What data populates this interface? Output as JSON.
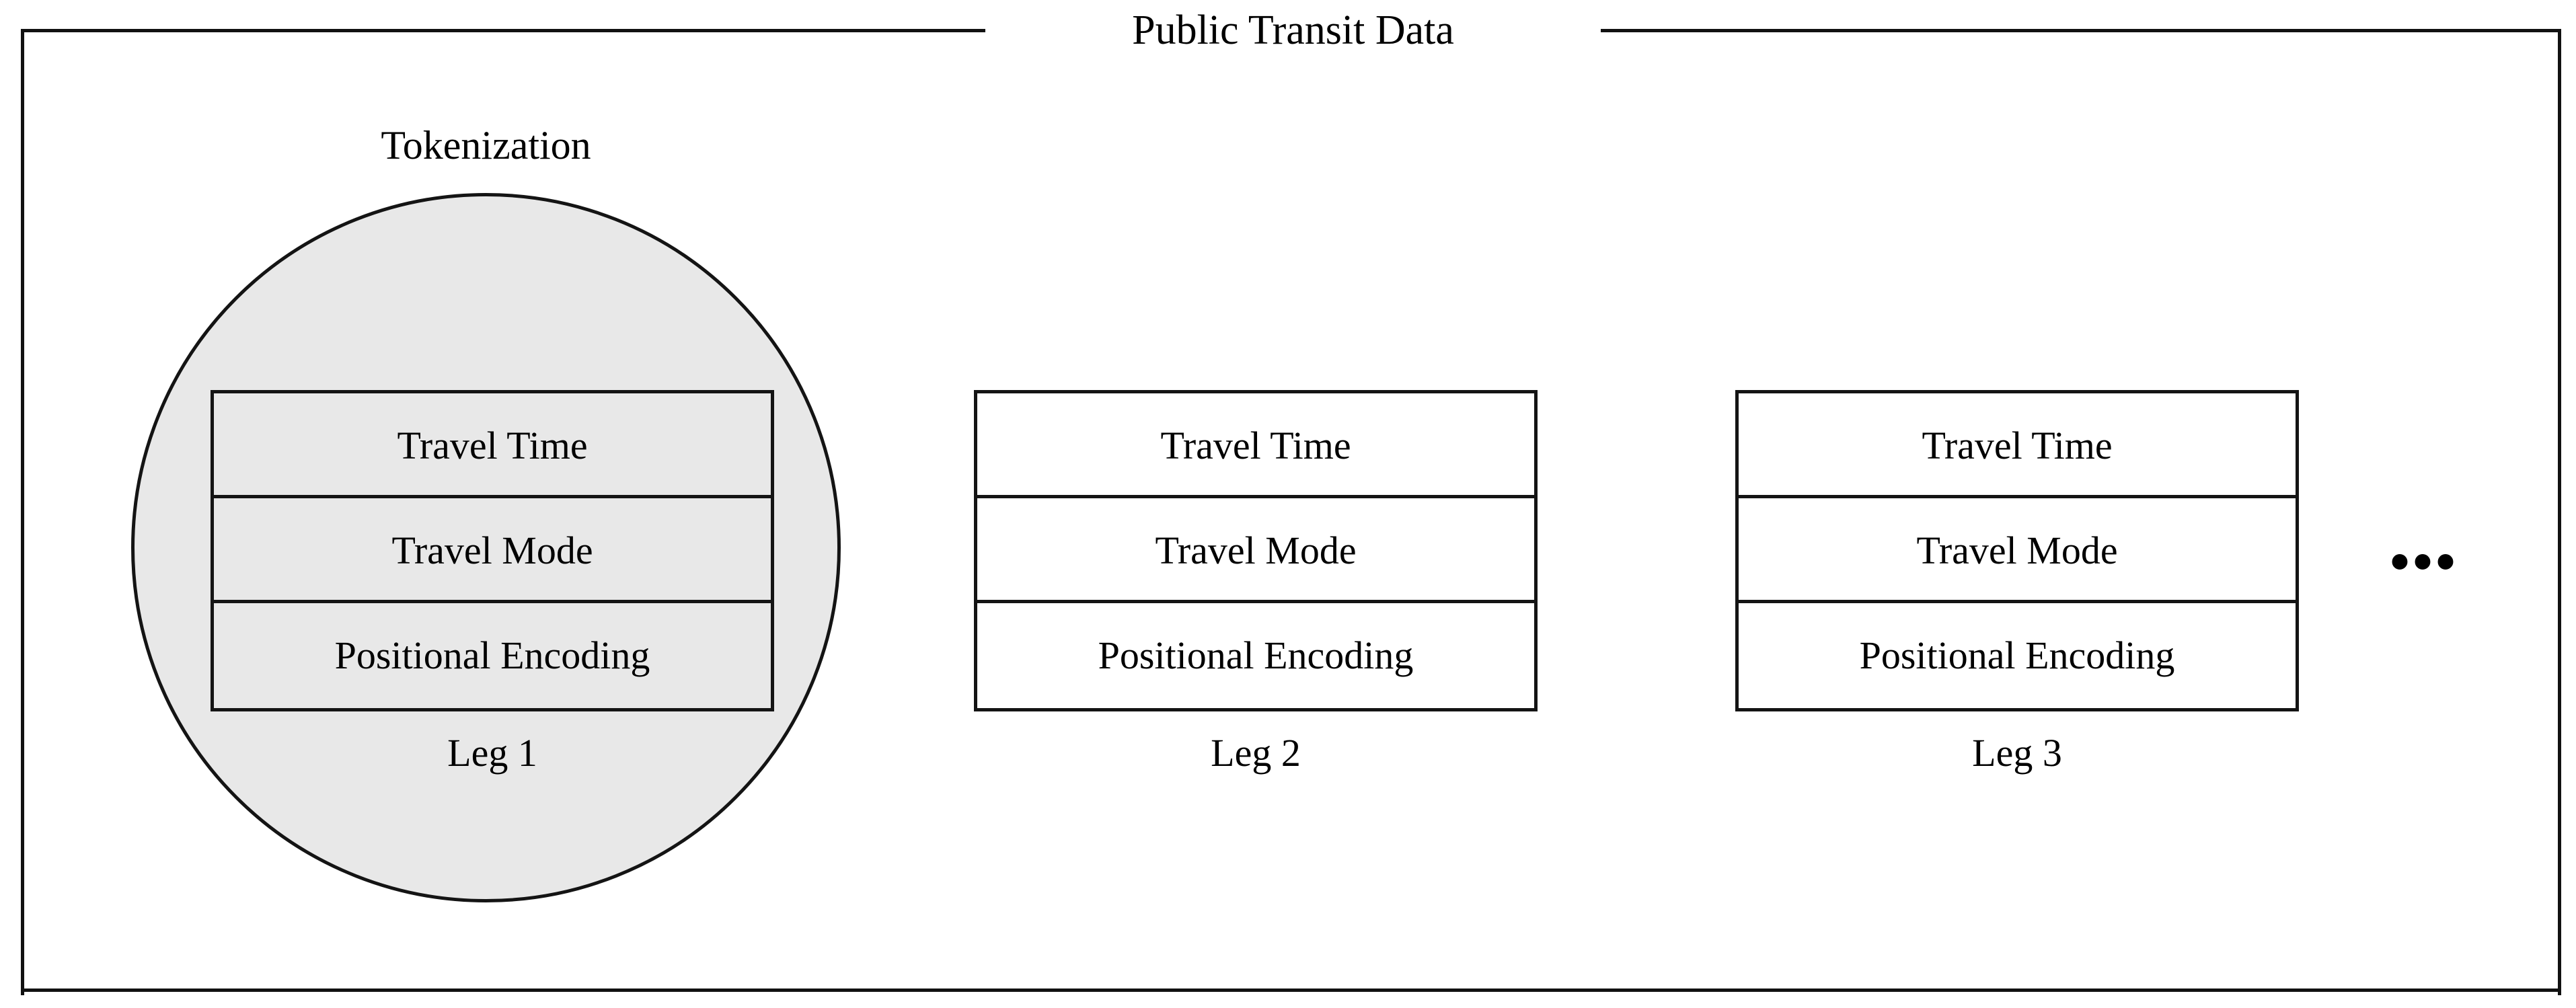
{
  "diagram": {
    "title": "Public Transit Data",
    "tokenization_label": "Tokenization",
    "ellipsis": "•••",
    "colors": {
      "stroke": "#141414",
      "highlight_fill": "#e8e8e8",
      "plain_fill": "#ffffff",
      "text": "#000000"
    },
    "feature_rows": [
      "Travel Time",
      "Travel Mode",
      "Positional Encoding"
    ],
    "legs": [
      {
        "label": "Leg 1",
        "highlighted": true,
        "rows": [
          "Travel Time",
          "Travel Mode",
          "Positional Encoding"
        ]
      },
      {
        "label": "Leg 2",
        "highlighted": false,
        "rows": [
          "Travel Time",
          "Travel Mode",
          "Positional Encoding"
        ]
      },
      {
        "label": "Leg 3",
        "highlighted": false,
        "rows": [
          "Travel Time",
          "Travel Mode",
          "Positional Encoding"
        ]
      }
    ]
  }
}
